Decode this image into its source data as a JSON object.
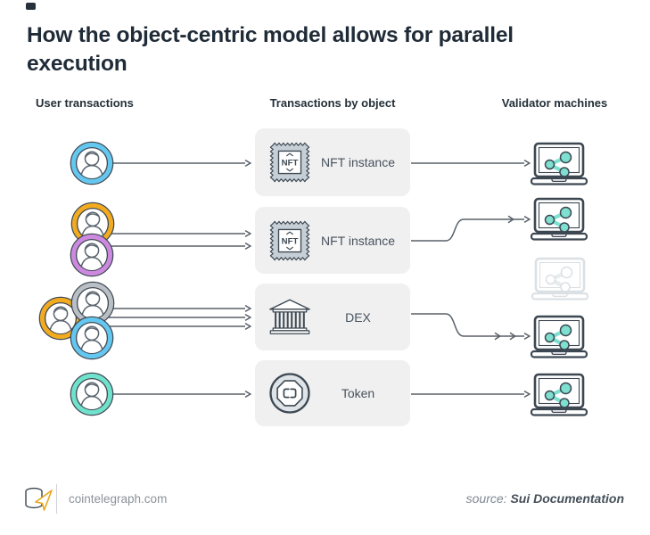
{
  "title": "How the object-centric model allows for parallel execution",
  "columns": {
    "users": "User transactions",
    "objects": "Transactions by object",
    "validators": "Validator machines"
  },
  "rows": [
    {
      "object_label": "NFT instance",
      "object_icon": "nft-stamp-icon",
      "user_avatars": [
        "blue"
      ],
      "transactions_to_validator": 1
    },
    {
      "object_label": "NFT instance",
      "object_icon": "nft-stamp-icon",
      "user_avatars": [
        "orange",
        "purple"
      ],
      "transactions_to_validator": 2
    },
    {
      "object_label": "DEX",
      "object_icon": "bank-icon",
      "user_avatars": [
        "orange",
        "gray",
        "blue"
      ],
      "transactions_to_validator": 3
    },
    {
      "object_label": "Token",
      "object_icon": "coin-icon",
      "user_avatars": [
        "teal"
      ],
      "transactions_to_validator": 1
    }
  ],
  "icons": {
    "nft_text": "NFT",
    "validator": "laptop-with-share-icon",
    "idle_validator": "ghost-laptop-icon"
  },
  "colors": {
    "avatar_blue": "#64c7f0",
    "avatar_orange": "#f2ab1e",
    "avatar_purple": "#cd88e0",
    "avatar_gray": "#b9bfc5",
    "avatar_teal": "#6fe2cc",
    "share_teal": "#7de0d0",
    "outline_dark": "#3d4752",
    "arrow": "#586069",
    "box_bg": "#f0f0f1",
    "title_text": "#1f2b37",
    "logo_gold": "#e8a71d"
  },
  "footer": {
    "site": "cointelegraph.com",
    "source_prefix": "source:",
    "source_name": "Sui Documentation"
  }
}
